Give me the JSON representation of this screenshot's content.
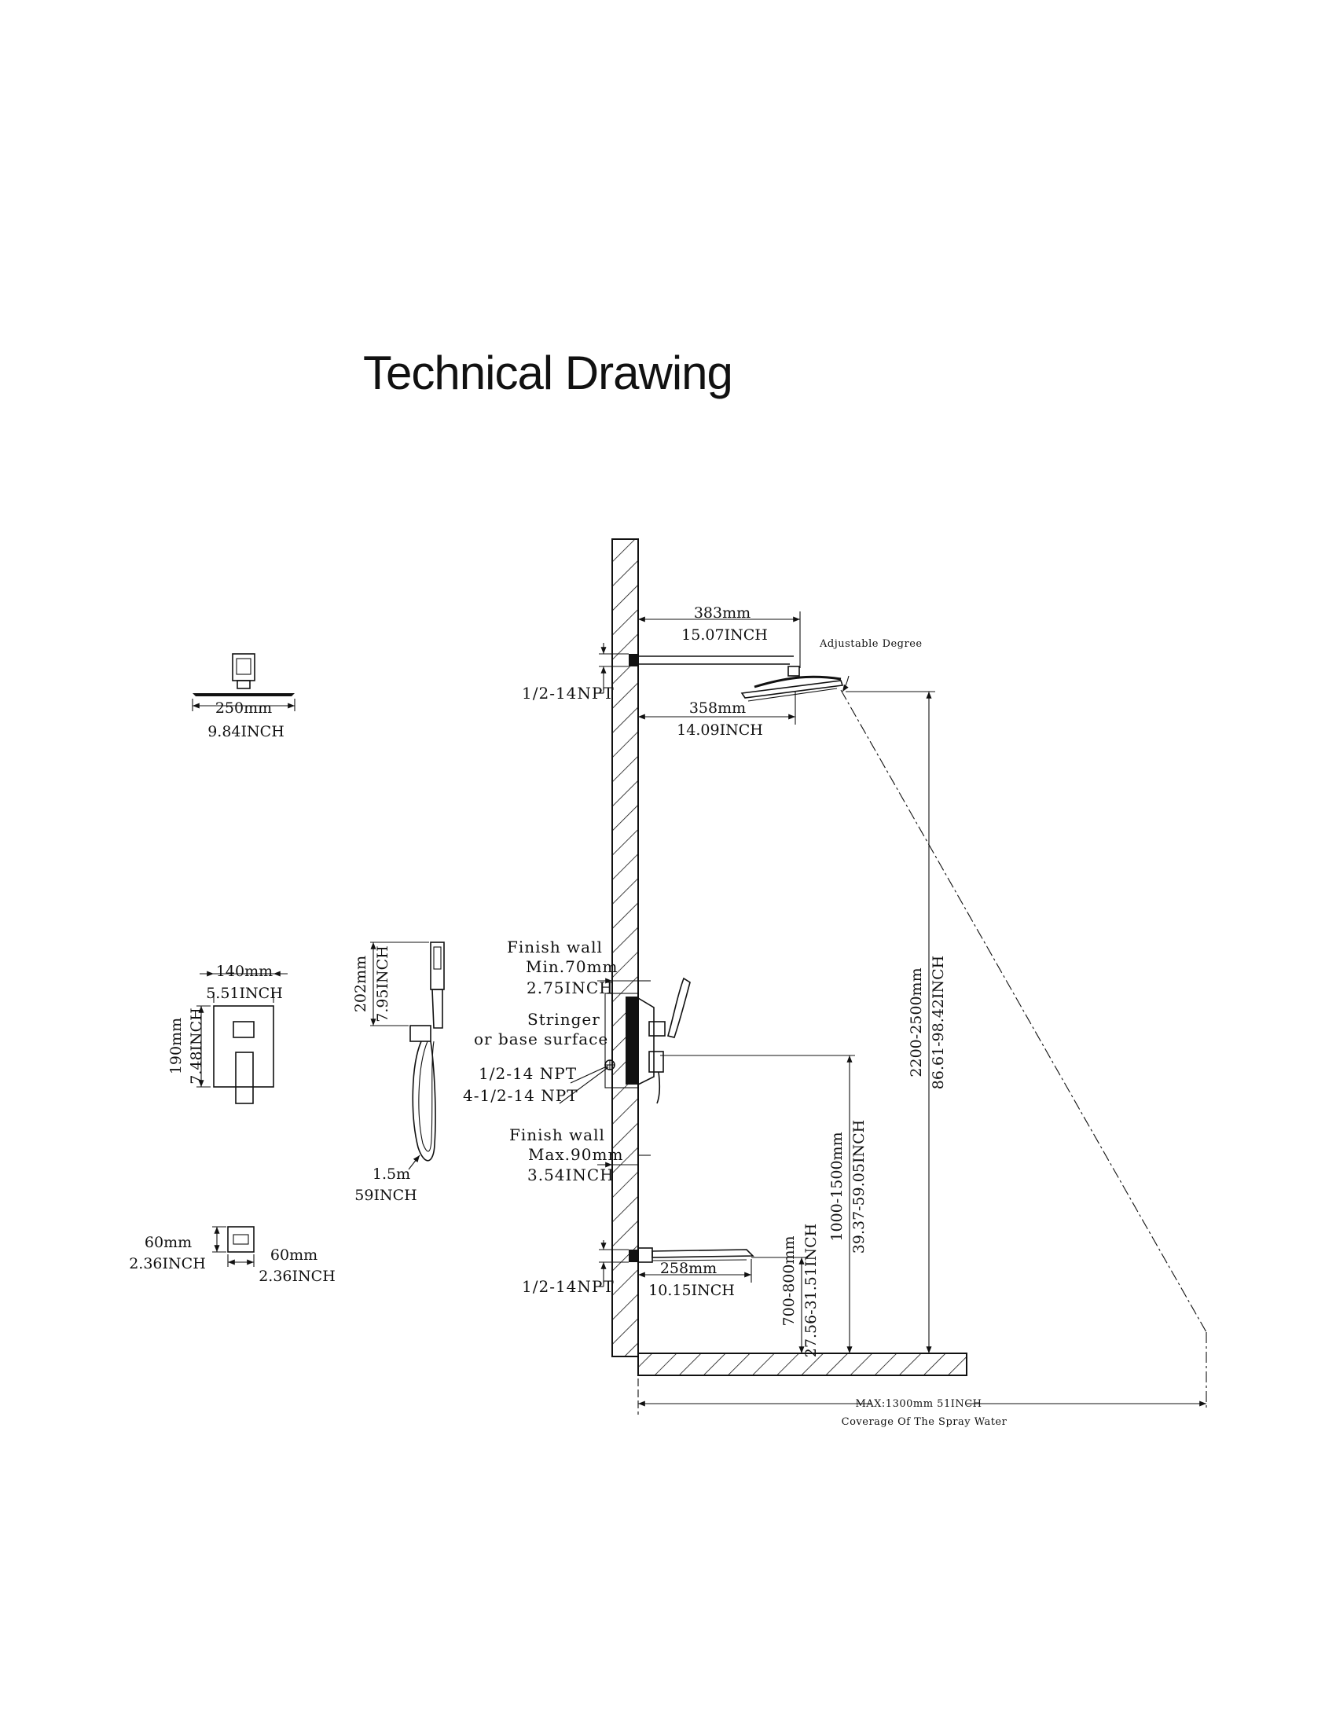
{
  "title": "Technical Drawing",
  "views": {
    "shower_head": {
      "width_mm": "250mm",
      "width_inch": "9.84INCH"
    },
    "valve_trim": {
      "width_mm": "140mm",
      "width_inch": "5.51INCH",
      "height_mm": "190mm",
      "height_inch": "7.48INCH"
    },
    "hand_shower": {
      "height_mm": "202mm",
      "height_inch": "7.95INCH",
      "hose_m": "1.5m",
      "hose_inch": "59INCH"
    },
    "wall_elbow": {
      "height_mm": "60mm",
      "height_inch": "2.36INCH",
      "width_mm": "60mm",
      "width_inch": "2.36INCH"
    }
  },
  "side_view": {
    "arm_length_mm": "383mm",
    "arm_length_inch": "15.07INCH",
    "adjustable": "Adjustable Degree",
    "top_thread": "1/2-14NPT",
    "head_offset_mm": "358mm",
    "head_offset_inch": "14.09INCH",
    "finish_wall_min_label": "Finish wall",
    "finish_wall_min_mm": "Min.70mm",
    "finish_wall_min_inch": "2.75INCH",
    "stringer_line1": "Stringer",
    "stringer_line2": "or base surface",
    "valve_inlet": "1/2-14 NPT",
    "valve_ports": "4-1/2-14 NPT",
    "finish_wall_max_label": "Finish wall",
    "finish_wall_max_mm": "Max.90mm",
    "finish_wall_max_inch": "3.54INCH",
    "bottom_thread": "1/2-14NPT",
    "spout_mm": "258mm",
    "spout_inch": "10.15INCH",
    "head_height_mm": "2200-2500mm",
    "head_height_inch": "86.61-98.42INCH",
    "valve_height_mm": "1000-1500mm",
    "valve_height_inch": "39.37-59.05INCH",
    "spout_height_mm": "700-800mm",
    "spout_height_inch": "27.56-31.51INCH",
    "coverage_max": "MAX:1300mm 51INCH",
    "coverage_label": "Coverage Of The Spray Water"
  }
}
